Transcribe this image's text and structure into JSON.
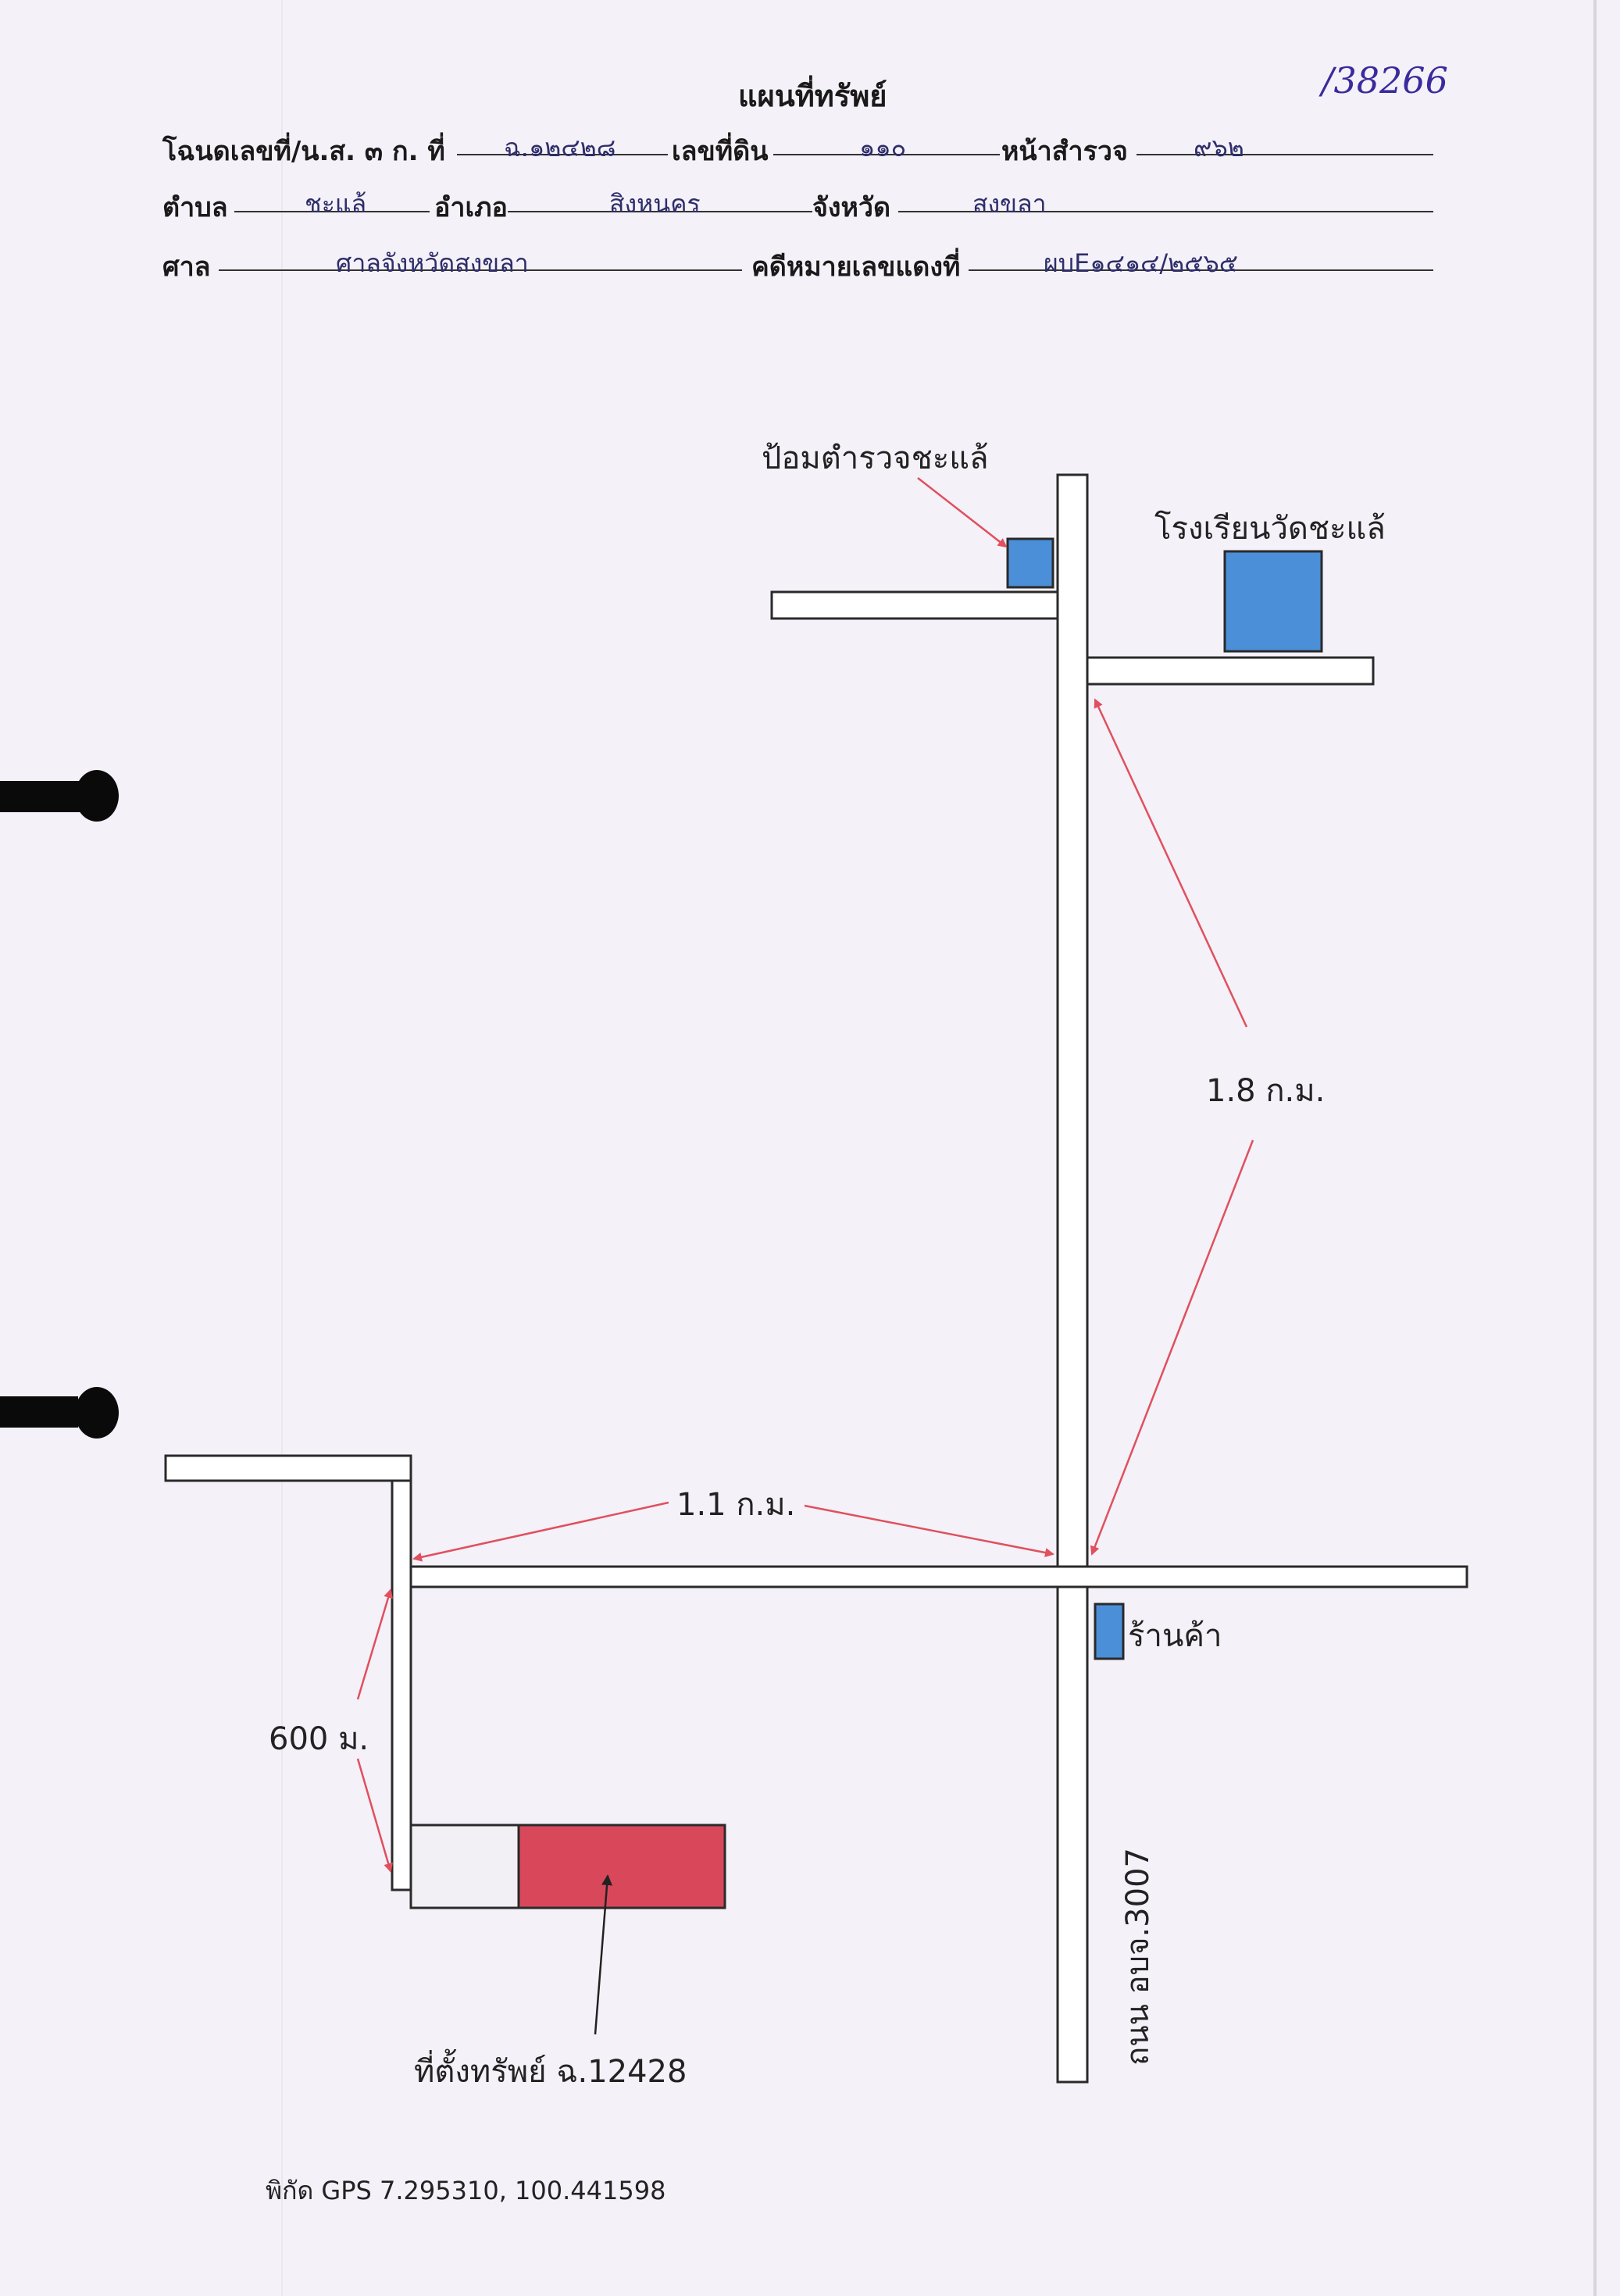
{
  "header": {
    "title": "แผนที่ทรัพย์",
    "handwritten_number": "/38266",
    "row1": {
      "deed_label": "โฉนดเลขที่/น.ส. ๓ ก. ที่",
      "deed_value": "ฉ.๑๒๔๒๘",
      "land_no_label": "เลขที่ดิน",
      "land_no_value": "๑๑๐",
      "survey_page_label": "หน้าสำรวจ",
      "survey_page_value": "๙๖๒"
    },
    "row2": {
      "tambon_label": "ตำบล",
      "tambon_value": "ชะแล้",
      "amphoe_label": "อำเภอ",
      "amphoe_value": "สิงหนคร",
      "province_label": "จังหวัด",
      "province_value": "สงขลา"
    },
    "row3": {
      "court_label": "ศาล",
      "court_value": "ศาลจังหวัดสงขลา",
      "case_label": "คดีหมายเลขแดงที่",
      "case_value": "ผบE๑๔๑๔/๒๕๖๕"
    }
  },
  "map": {
    "police_box_label": "ป้อมตำรวจชะแล้",
    "school_label": "โรงเรียนวัดชะแล้",
    "dist_to_school": "1.8 ก.ม.",
    "dist_east_west": "1.1 ก.ม.",
    "dist_to_property": "600 ม.",
    "shop_label": "ร้านค้า",
    "road_label": "ถนน อบจ.3007",
    "property_label": "ที่ตั้งทรัพย์ ฉ.12428",
    "gps_text": "พิกัด GPS 7.295310, 100.441598",
    "colors": {
      "landmark_blue": "#4a8fd8",
      "property_red": "#d9485a",
      "arrow_red": "#e0505e",
      "road_outline": "#2a2a2a"
    }
  }
}
